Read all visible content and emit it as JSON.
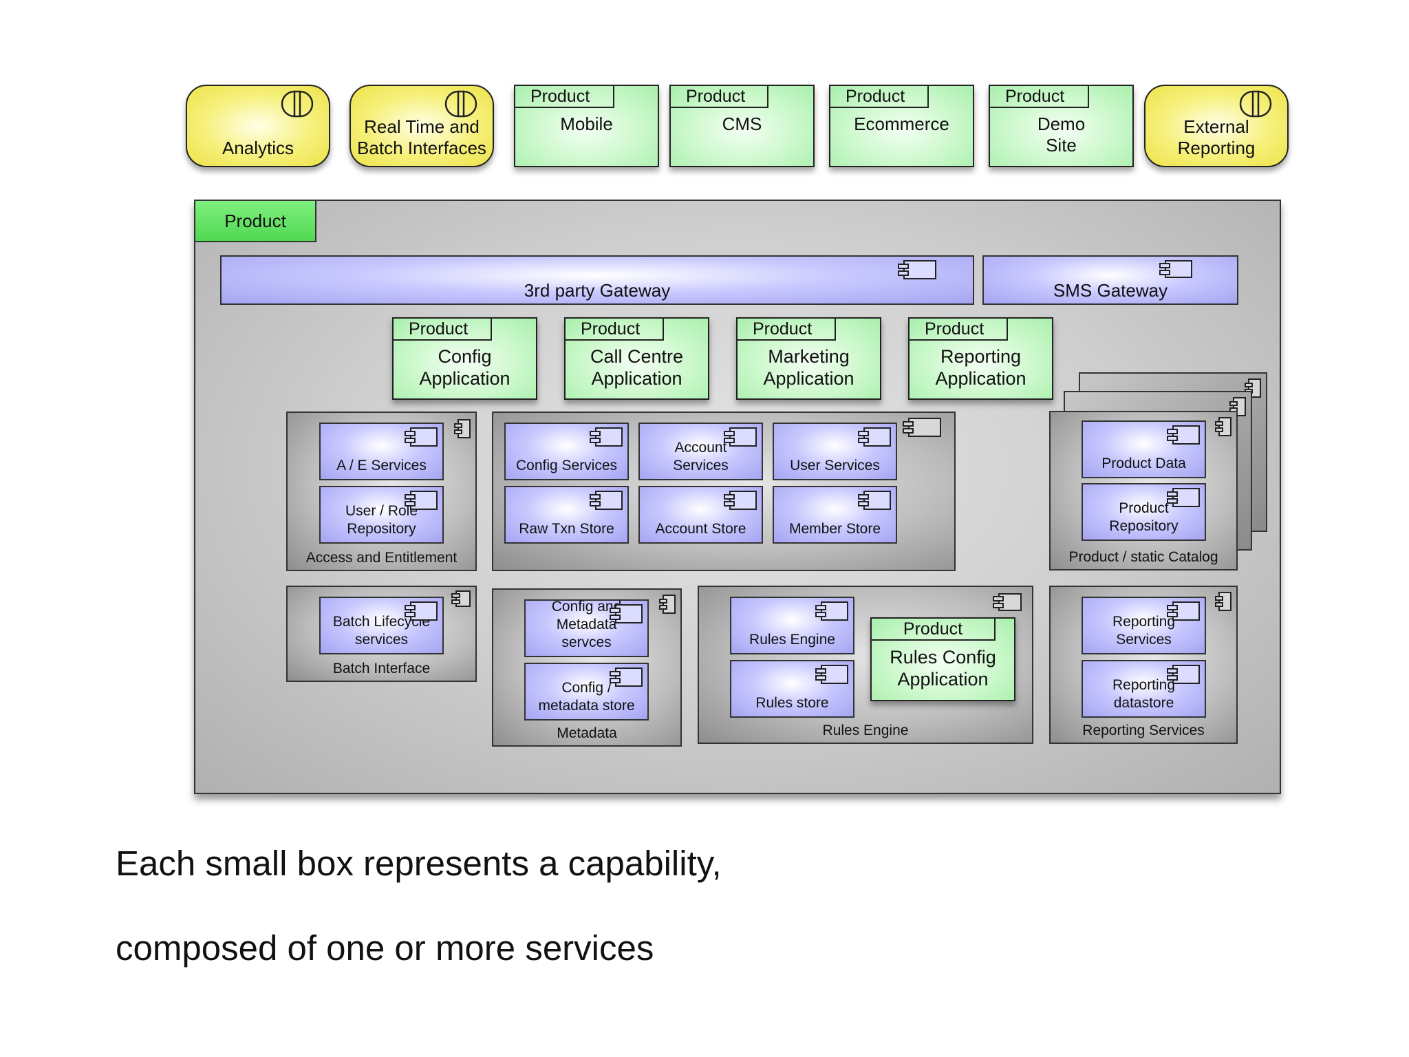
{
  "top_row": {
    "analytics": "Analytics",
    "realtime_line1": "Real Time and",
    "realtime_line2": "Batch Interfaces",
    "mobile_tag": "Product",
    "mobile": "Mobile",
    "cms_tag": "Product",
    "cms": "CMS",
    "ecommerce_tag": "Product",
    "ecommerce": "Ecommerce",
    "demo_tag": "Product",
    "demo_line1": "Demo",
    "demo_line2": "Site",
    "external_line1": "External",
    "external_line2": "Reporting"
  },
  "product_container": {
    "tab": "Product",
    "third_party_gateway": "3rd party Gateway",
    "sms_gateway": "SMS Gateway",
    "apps": [
      {
        "tag": "Product",
        "line1": "Config",
        "line2": "Application"
      },
      {
        "tag": "Product",
        "line1": "Call Centre",
        "line2": "Application"
      },
      {
        "tag": "Product",
        "line1": "Marketing",
        "line2": "Application"
      },
      {
        "tag": "Product",
        "line1": "Reporting",
        "line2": "Application"
      }
    ],
    "access": {
      "label": "Access and Entitlement",
      "ae_services": "A / E Services",
      "user_role_line1": "User / Role",
      "user_role_line2": "Repository"
    },
    "services": {
      "config_services": "Config Services",
      "account_services_line1": "Account",
      "account_services_line2": "Services",
      "user_services": "User Services",
      "raw_txn_store": "Raw Txn Store",
      "account_store": "Account Store",
      "member_store": "Member Store"
    },
    "catalog": {
      "label": "Product / static Catalog",
      "product_data": "Product Data",
      "product_repo_line1": "Product",
      "product_repo_line2": "Repository"
    },
    "batch": {
      "label": "Batch Interface",
      "lifecycle_line1": "Batch Lifecycle",
      "lifecycle_line2": "services"
    },
    "metadata": {
      "label": "Metadata",
      "config_meta_line1": "Config and",
      "config_meta_line2": "Metadata",
      "config_meta_line3": "servces",
      "store_line1": "Config /",
      "store_line2": "metadata store"
    },
    "rules": {
      "label": "Rules Engine",
      "engine": "Rules Engine",
      "store": "Rules store",
      "config_app_tag": "Product",
      "config_app_line1": "Rules Config",
      "config_app_line2": "Application"
    },
    "reporting": {
      "label": "Reporting Services",
      "services_line1": "Reporting",
      "services_line2": "Services",
      "datastore_line1": "Reporting",
      "datastore_line2": "datastore"
    }
  },
  "caption": {
    "line1": "Each small box represents a capability,",
    "line2": "composed of one or more services"
  }
}
